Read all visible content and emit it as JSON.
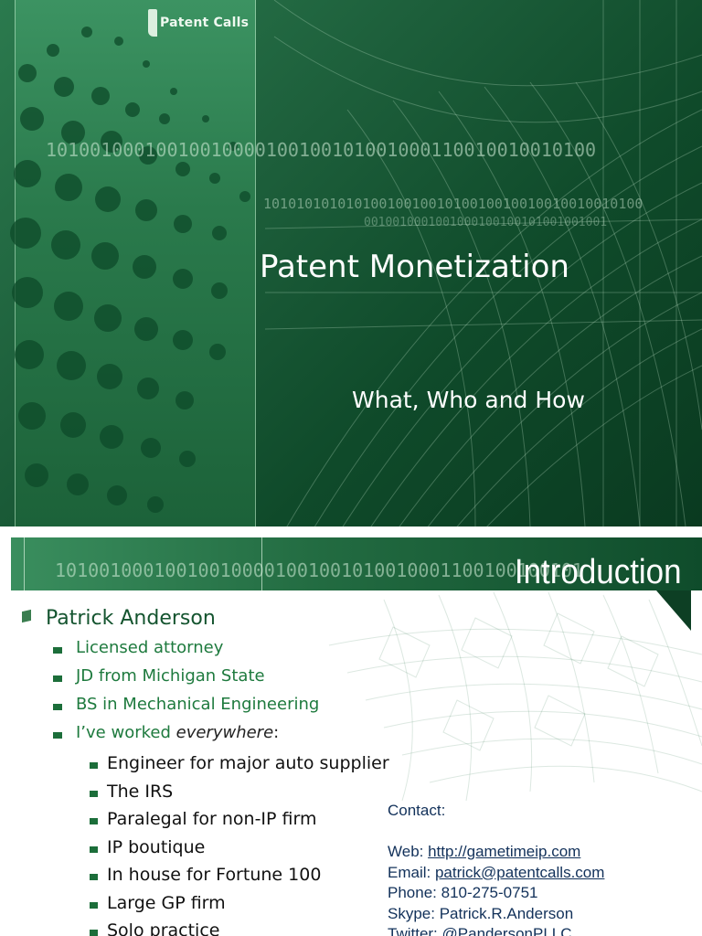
{
  "slide1": {
    "logo_text": "Patent Calls",
    "title": "Patent Monetization",
    "subtitle": "What, Who and How",
    "binary_line_1": "10100100010010010000100100101001000110010010010100",
    "binary_line_2": "1010101010101001001001010010010010010010010100",
    "binary_line_3": "0010010001001000100100101001001001",
    "colors": {
      "background": "#1d5f3b",
      "panel": "#2a7a4c"
    }
  },
  "slide2": {
    "title": "Introduction",
    "binary_line": "101001000100100100001001001010010001100100100101",
    "heading": "Patrick Anderson",
    "bullets": [
      {
        "text": "Licensed attorney"
      },
      {
        "text": "JD from Michigan State"
      },
      {
        "text": "BS in Mechanical Engineering"
      },
      {
        "text_before": "I’ve worked ",
        "text_em": "everywhere",
        "text_after": ":"
      }
    ],
    "sub_bullets": [
      "Engineer for major auto supplier",
      "The IRS",
      "Paralegal for non-IP firm",
      "IP boutique",
      "In house for Fortune 100",
      "Large GP firm",
      "Solo practice"
    ],
    "contact": {
      "heading": "Contact:",
      "web_label": "Web: ",
      "web_value": "http://gametimeip.com",
      "email_label": "Email: ",
      "email_value": "patrick@patentcalls.com",
      "phone_label": "Phone: ",
      "phone_value": "810-275-0751",
      "skype_label": "Skype: ",
      "skype_value": "Patrick.R.Anderson",
      "twitter_label": "Twitter: ",
      "twitter_value": "@PandersonPLLC"
    },
    "colors": {
      "heading": "#14542f",
      "bullet_text": "#1e7a3e",
      "contact_text": "#12315a"
    }
  }
}
